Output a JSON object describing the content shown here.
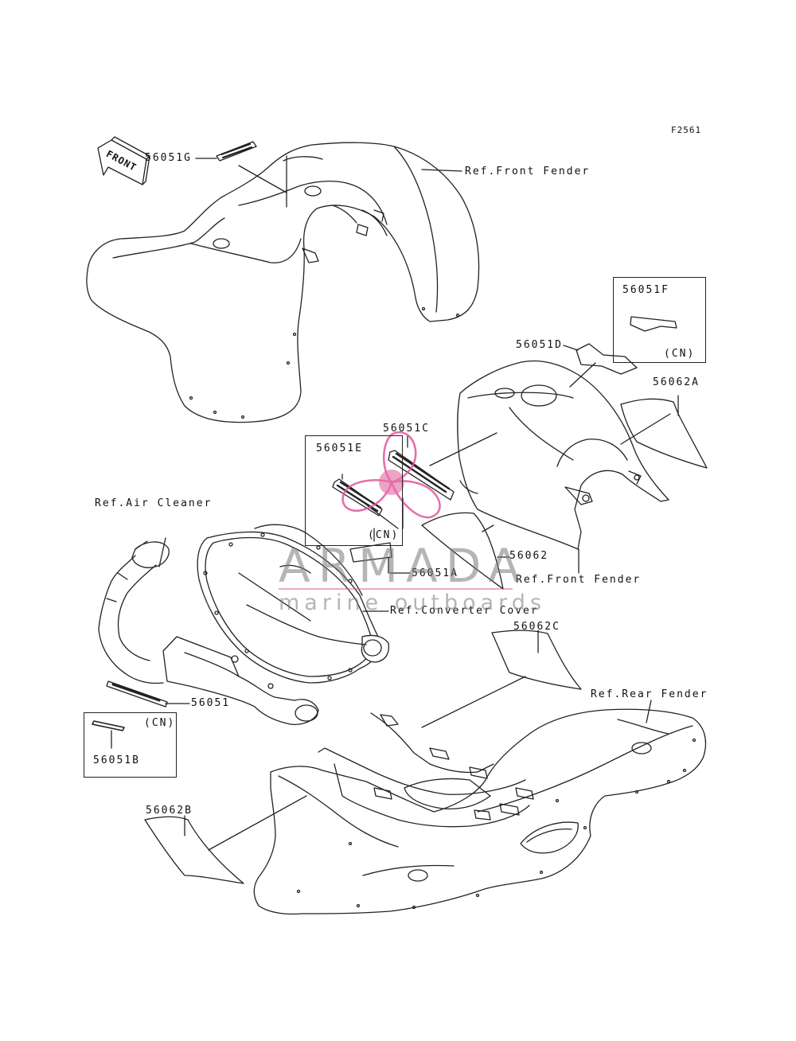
{
  "figure_code": "F2561",
  "front_arrow": "FRONT",
  "labels": {
    "p56051G": "56051G",
    "ref_front_fender_1": "Ref.Front Fender",
    "p56051F": "56051F",
    "cn_1": "(CN)",
    "p56051D": "56051D",
    "p56062A": "56062A",
    "p56051C": "56051C",
    "p56051E": "56051E",
    "cn_2": "(CN)",
    "ref_air_cleaner": "Ref.Air Cleaner",
    "p56062": "56062",
    "p56051A": "56051A",
    "ref_front_fender_2": "Ref.Front Fender",
    "ref_converter_cover": "Ref.Converter Cover",
    "p56062C": "56062C",
    "ref_rear_fender": "Ref.Rear Fender",
    "p56051": "56051",
    "cn_3": "(CN)",
    "p56051B": "56051B",
    "p56062B": "56062B"
  },
  "watermark": {
    "title": "ARMADA",
    "subtitle": "marine outboards",
    "logo_color": "#e0589a",
    "text_color": "#8a8a8a"
  },
  "icons": [
    "front-arrow-icon",
    "armada-propeller-logo-icon"
  ]
}
